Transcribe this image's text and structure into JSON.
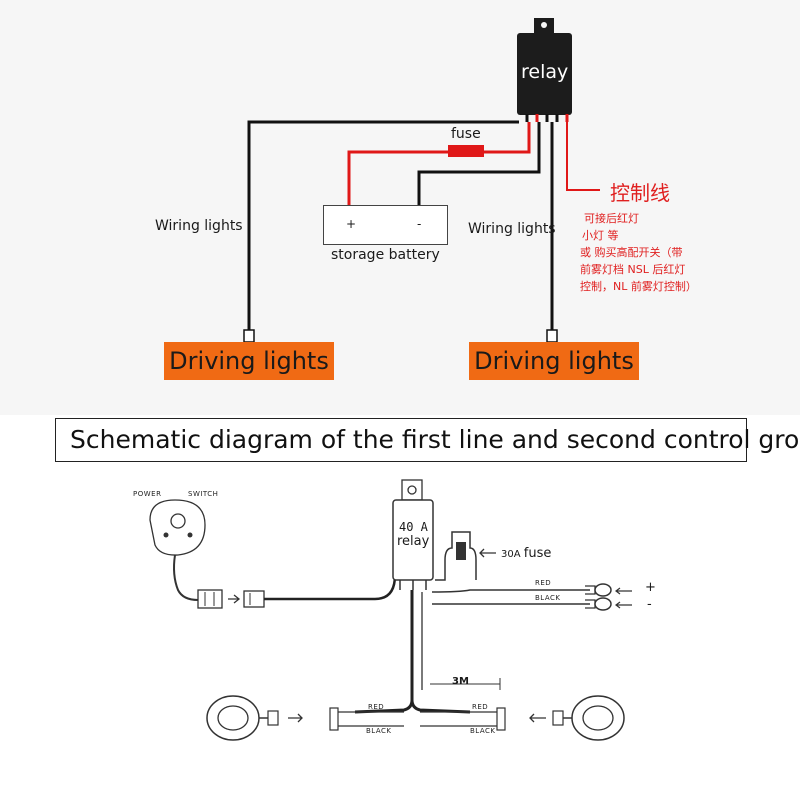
{
  "top": {
    "relay_label": "relay",
    "fuse_label": "fuse",
    "battery_plus": "+",
    "battery_minus": "-",
    "battery_label": "storage battery",
    "wiring_left": "Wiring lights",
    "wiring_right": "Wiring lights",
    "driving_left": "Driving lights",
    "driving_right": "Driving lights",
    "control_title": "控制线",
    "control_lines": [
      "可接后红灯",
      "小灯 等",
      "或 购买高配开关（带",
      "前雾灯档 NSL 后红灯",
      "控制，NL 前雾灯控制）"
    ],
    "colors": {
      "wire_black": "#111111",
      "wire_red": "#e01818",
      "orange": "#f06a14",
      "relay_body": "#1c1c1c"
    }
  },
  "title": "Schematic diagram of the first line and second control group",
  "bottom": {
    "power_label": "POWER",
    "switch_label": "SWITCH",
    "relay_amp": "40 A",
    "relay_label": "relay",
    "fuse_amp": "30A",
    "fuse_word": "fuse",
    "red_upper": "RED",
    "black_upper": "BLACK",
    "plus": "+",
    "minus": "-",
    "length": "3M",
    "red_lower_left": "RED",
    "black_lower_left": "BLACK",
    "red_lower_right": "RED",
    "black_lower_right": "BLACK"
  }
}
